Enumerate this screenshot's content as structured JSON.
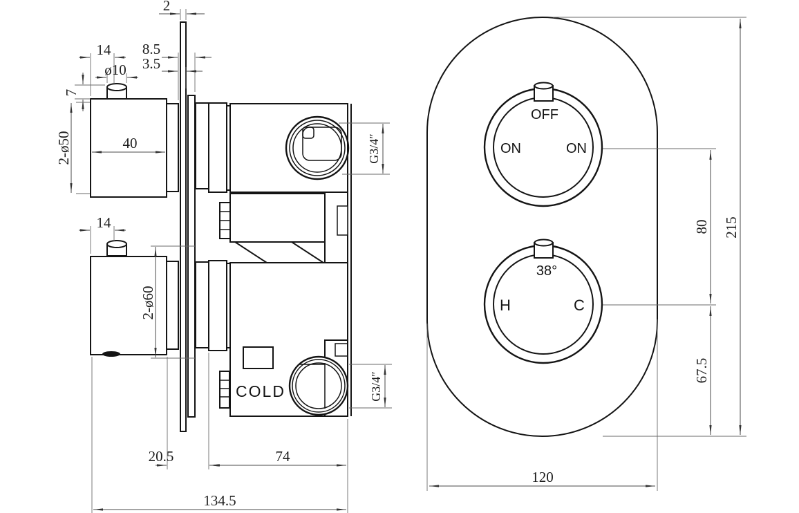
{
  "page": {
    "background": "#ffffff",
    "line_color": "#141414",
    "dim_color": "#4a4a4a"
  },
  "side_view": {
    "dims": {
      "plate_thickness": "2",
      "top_offset": "14",
      "offset_8_5": "8.5",
      "offset_3_5": "3.5",
      "button_diameter": "ø10",
      "button_height": "7",
      "knob_diameter": "2-ø50",
      "knob_depth": "40",
      "thread_size_top": "G3/4″",
      "bottom_offset": "14",
      "escutcheon_diameter": "2-ø60",
      "thread_size_bottom": "G3/4″",
      "recess_depth": "20.5",
      "body_depth": "74",
      "total_depth": "134.5"
    },
    "labels": {
      "cold_inlet": "COLD"
    }
  },
  "front_view": {
    "top_knob": {
      "off": "OFF",
      "on_left": "ON",
      "on_right": "ON"
    },
    "bottom_knob": {
      "temperature": "38°",
      "hot": "H",
      "cold": "C"
    },
    "dims": {
      "knob_spacing": "80",
      "plate_height": "215",
      "bottom_offset": "67.5",
      "plate_width": "120"
    }
  }
}
